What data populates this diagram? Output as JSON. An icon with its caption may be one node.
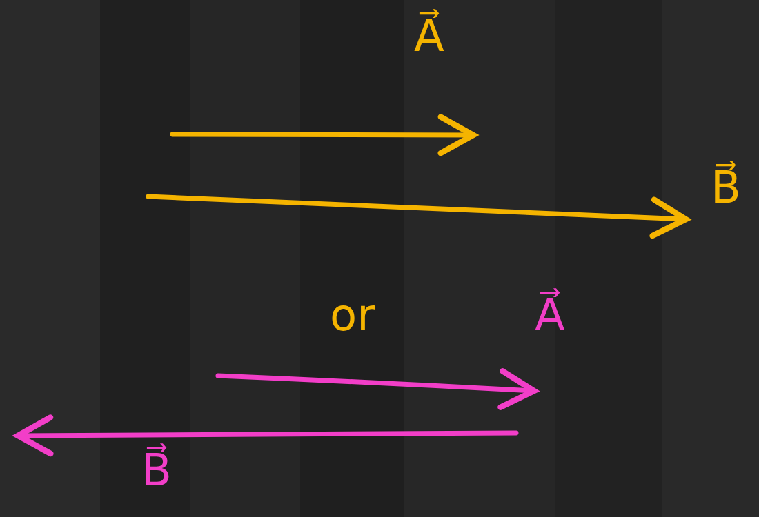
{
  "diagram": {
    "labels": [
      "A⃗",
      "B⃗",
      "or",
      "A⃗",
      "B⃗"
    ]
  }
}
